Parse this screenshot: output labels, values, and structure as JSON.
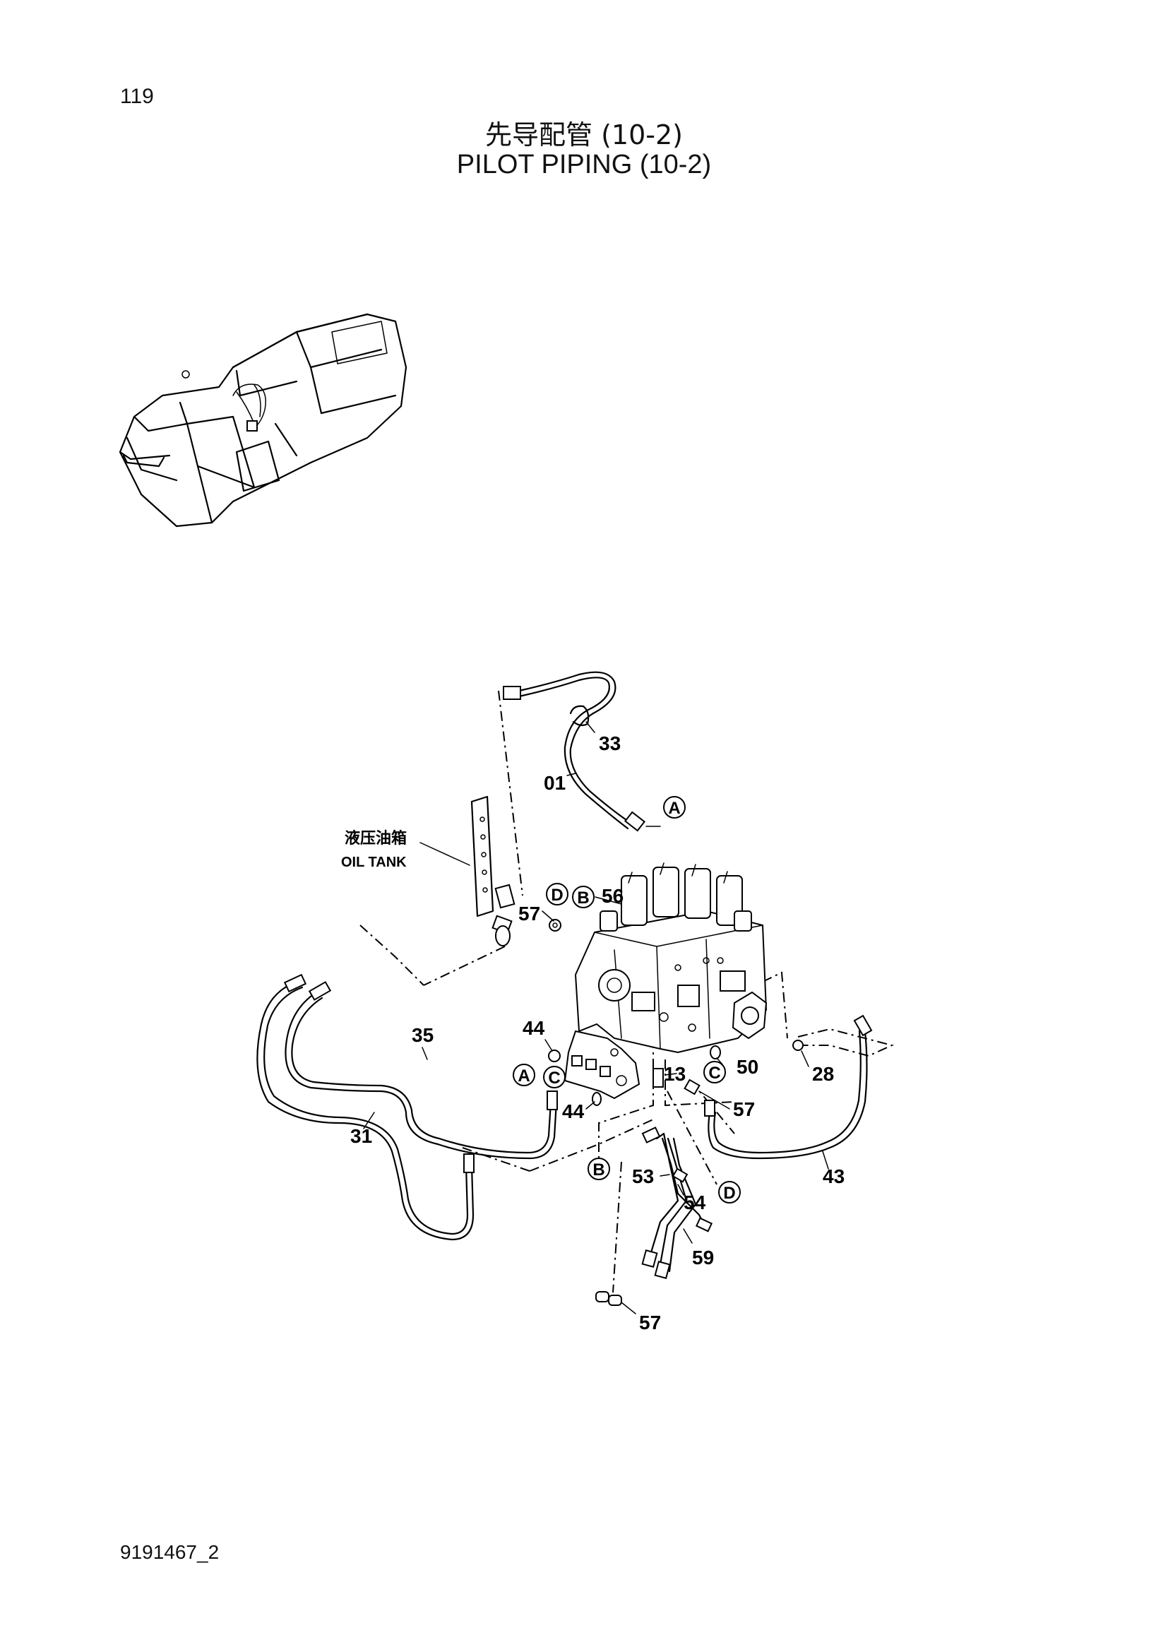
{
  "page_number": "119",
  "title_cn": "先导配管 (10-2)",
  "title_en": "PILOT PIPING (10-2)",
  "doc_code": "9191467_2",
  "oil_tank": {
    "label_cn": "液压油箱",
    "label_en": "OIL TANK"
  },
  "callouts": {
    "p01": "01",
    "p13": "13",
    "p28": "28",
    "p31": "31",
    "p33": "33",
    "p35": "35",
    "p43": "43",
    "p44a": "44",
    "p44b": "44",
    "p50": "50",
    "p53": "53",
    "p54": "54",
    "p56": "56",
    "p57a": "57",
    "p57b": "57",
    "p57c": "57",
    "p59": "59"
  },
  "connection_markers": {
    "a1": "A",
    "a2": "A",
    "b1": "B",
    "b2": "B",
    "c1": "C",
    "c2": "C",
    "d1": "D",
    "d2": "D"
  }
}
